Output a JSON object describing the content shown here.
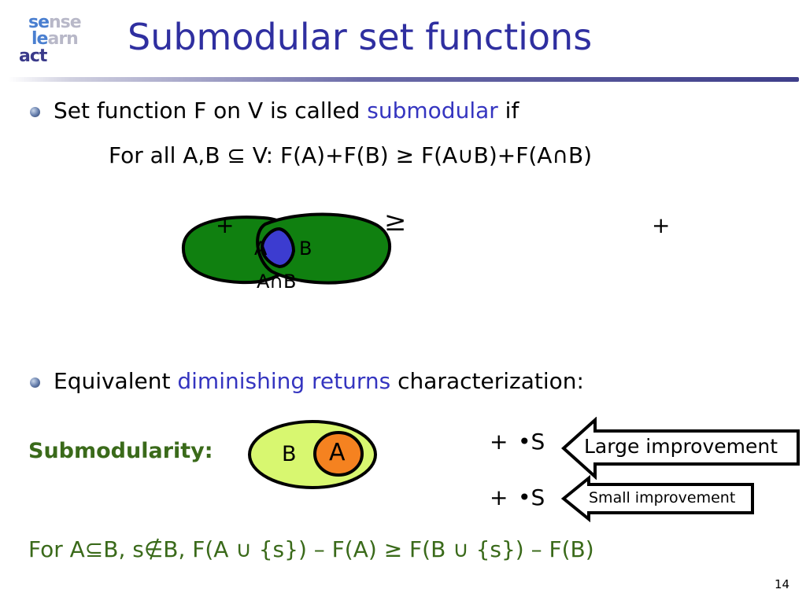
{
  "logo": {
    "line1_a": "se",
    "line1_b": "nse",
    "line2_a": "le",
    "line2_b": "arn",
    "line3": "act"
  },
  "title": "Submodular set functions",
  "bullet1": {
    "prefix": "Set function F on V is called ",
    "highlight": "submodular",
    "suffix": " if"
  },
  "formula1": "For all A,B ⊆ V: F(A)+F(B) ≥ F(A∪B)+F(A∩B)",
  "venn1": {
    "plus_left": "+",
    "geq": "≥",
    "plus_right": "+",
    "label_a": "A",
    "label_b": "B",
    "label_ab": "A∩B"
  },
  "bullet2": {
    "prefix": "Equivalent ",
    "highlight": "diminishing returns",
    "suffix": " characterization:"
  },
  "submodularity_label": "Submodularity:",
  "venn2": {
    "label_b": "B",
    "label_a": "A"
  },
  "row1": {
    "plus": "+",
    "s": "•S",
    "note": "Large improvement"
  },
  "row2": {
    "plus": "+",
    "s": "•S",
    "note": "Small improvement"
  },
  "formula2": "For A⊆B, s∉B, F(A ∪ {s}) – F(A) ≥ F(B ∪ {s}) – F(B)",
  "page_number": "14",
  "colors": {
    "title": "#2f2fa0",
    "highlight": "#3535c0",
    "green_text": "#3a6a1a",
    "venn_green": "#108010",
    "venn_blue": "#3c3cd0",
    "lime": "#d8f770",
    "orange": "#f58220"
  }
}
